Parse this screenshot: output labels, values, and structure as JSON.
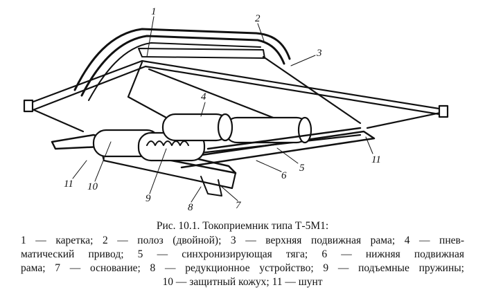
{
  "figure": {
    "callouts": [
      "1",
      "2",
      "3",
      "4",
      "5",
      "6",
      "7",
      "8",
      "9",
      "10",
      "11",
      "11"
    ]
  },
  "caption": {
    "title": "Рис. 10.1. Токоприемник типа Т-5М1:",
    "lines": [
      "1 — каретка; 2 — полоз (двойной); 3 — верхняя подвижная рама; 4 — пнев-",
      "матический привод; 5 — синхронизирующая тяга; 6 — нижняя подвижная",
      "рама; 7 — основание; 8 — редукционное устройство; 9 — подъемные пружины;",
      "10 — защитный кожух; 11 — шунт"
    ]
  }
}
